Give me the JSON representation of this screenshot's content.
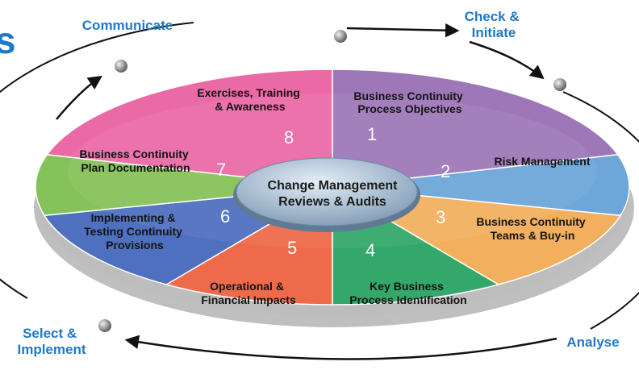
{
  "header": {
    "partial_title": "s"
  },
  "hub": {
    "lines": [
      "Change Management",
      "Reviews & Audits"
    ]
  },
  "segments": [
    {
      "number": "1",
      "lines": [
        "Business Continuity",
        "Process Objectives"
      ],
      "color": "#9e77b8"
    },
    {
      "number": "2",
      "lines": [
        "Risk Management"
      ],
      "color": "#6da6d8"
    },
    {
      "number": "3",
      "lines": [
        "Business Continuity",
        "Teams & Buy-in"
      ],
      "color": "#f2b05e"
    },
    {
      "number": "4",
      "lines": [
        "Key Business",
        "Process Identification"
      ],
      "color": "#34a86a"
    },
    {
      "number": "5",
      "lines": [
        "Operational &",
        "Financial Impacts"
      ],
      "color": "#ef6a4a"
    },
    {
      "number": "6",
      "lines": [
        "Implementing &",
        "Testing Continuity",
        "Provisions"
      ],
      "color": "#4f6fbf"
    },
    {
      "number": "7",
      "lines": [
        "Business Continuity",
        "Plan Documentation"
      ],
      "color": "#86c25a"
    },
    {
      "number": "8",
      "lines": [
        "Exercises, Training",
        "& Awareness"
      ],
      "color": "#ea6aa6"
    }
  ],
  "phases": {
    "communicate": [
      "Communicate"
    ],
    "check_initiate": [
      "Check &",
      "Initiate"
    ],
    "analyse": [
      "Analyse"
    ],
    "select_implement": [
      "Select &",
      "Implement"
    ]
  },
  "colors": {
    "phase_text": "#1f78c8",
    "hub_fill": "#a9bfd6",
    "ring": "#111111"
  }
}
